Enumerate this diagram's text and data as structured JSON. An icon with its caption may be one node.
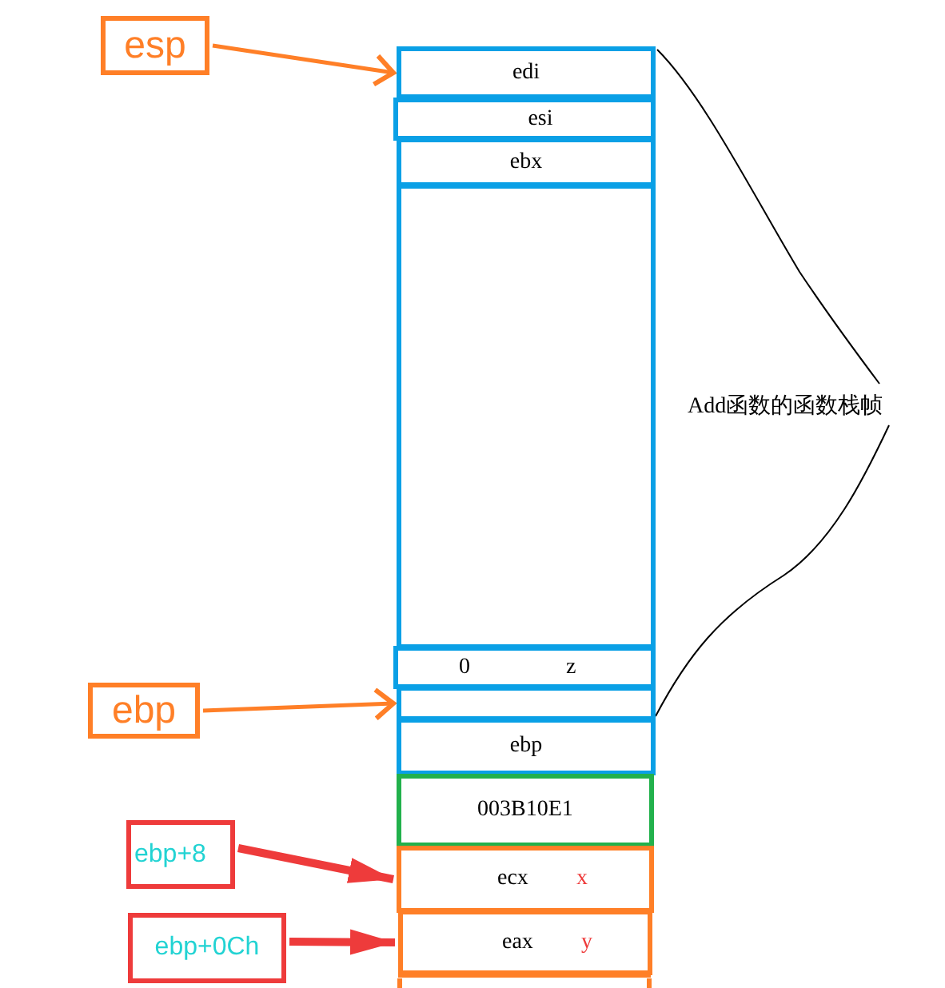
{
  "diagram": {
    "nodes": [
      {
        "text": [
          "esp"
        ]
      },
      {
        "text": [
          "edi"
        ]
      },
      {
        "text": [
          "esi"
        ]
      },
      {
        "text": [
          "ebx"
        ]
      },
      {
        "text": [],
        "shape": "box"
      },
      {
        "text": [
          "0",
          "z"
        ]
      },
      {
        "text": [],
        "shape": "box"
      },
      {
        "text": [
          "ebp"
        ]
      },
      {
        "text": [
          "003B10E1"
        ]
      },
      {
        "text": [
          "ecx",
          "x"
        ]
      },
      {
        "text": [
          "eax",
          "y"
        ]
      },
      {
        "text": [
          "ebp"
        ]
      },
      {
        "text": [
          "ebp+8"
        ]
      },
      {
        "text": [
          "ebp+0Ch"
        ]
      }
    ],
    "edges": [
      {
        "from": 0,
        "to": 1,
        "arrow": "to"
      },
      {
        "from": 11,
        "to": 6,
        "arrow": "to"
      },
      {
        "from": 12,
        "to": 9,
        "arrow": "to",
        "style": "thick",
        "color": "#ee3b3b"
      },
      {
        "from": 13,
        "to": 10,
        "arrow": "to",
        "style": "thick",
        "color": "#ee3b3b"
      }
    ],
    "labels": [
      "Add函数的函数栈帧"
    ]
  }
}
